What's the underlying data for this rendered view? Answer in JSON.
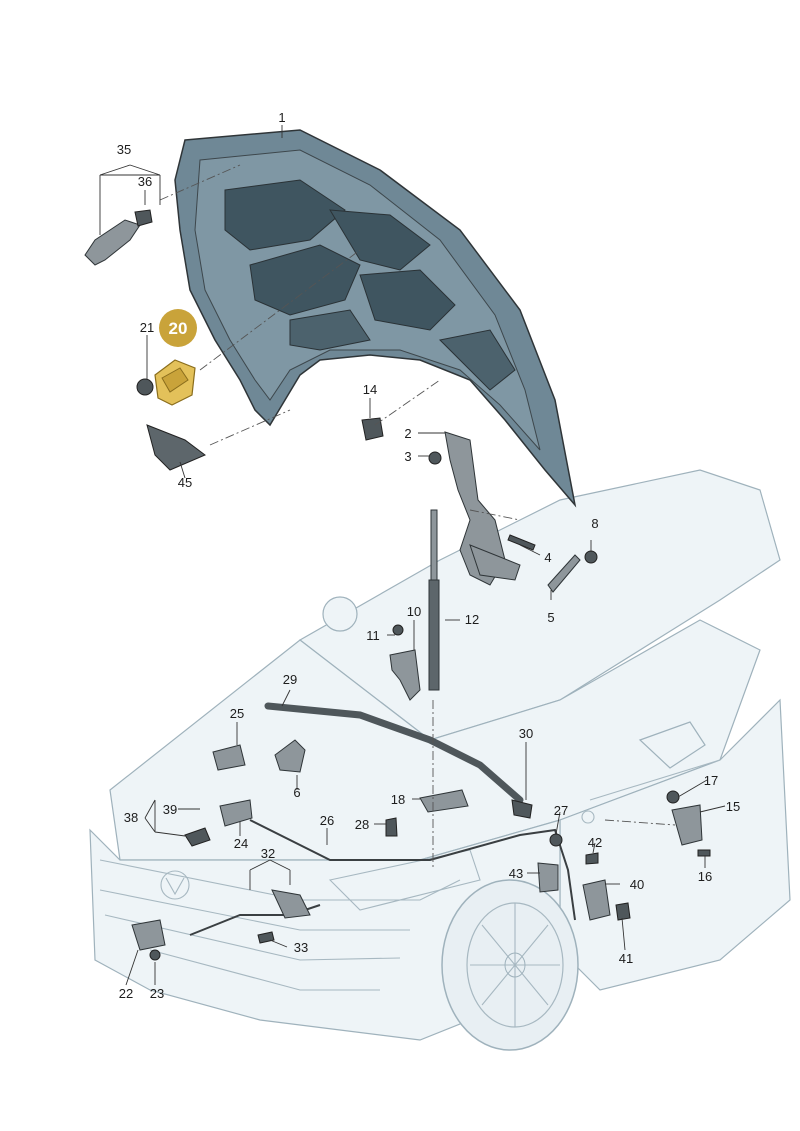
{
  "diagram": {
    "callouts": [
      "1",
      "2",
      "3",
      "4",
      "5",
      "6",
      "8",
      "10",
      "11",
      "12",
      "14",
      "15",
      "16",
      "17",
      "18",
      "20",
      "21",
      "22",
      "23",
      "24",
      "25",
      "26",
      "27",
      "28",
      "29",
      "30",
      "32",
      "33",
      "35",
      "36",
      "38",
      "39",
      "40",
      "41",
      "42",
      "43",
      "45"
    ],
    "highlighted_callout": "20",
    "highlight_color": "#c9a33a",
    "part_outline_color": "#2f3538",
    "car_tint_color": "#eef4f7"
  }
}
